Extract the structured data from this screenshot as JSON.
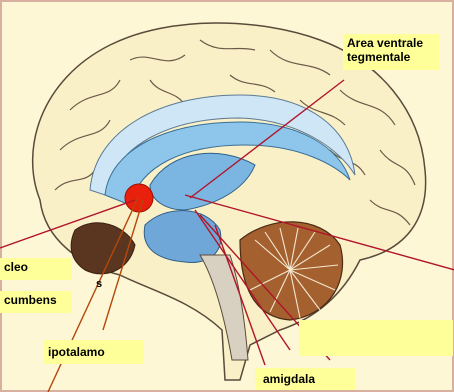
{
  "labels": {
    "vta_line1": "Area ventrale",
    "vta_line2": "tegmentale",
    "nucleo_line1": "cleo",
    "nucleo_line2": "cumbens",
    "ipotalamo": "ipotalamo",
    "amigdala": "amigdala",
    "stray_s": "s"
  },
  "colors": {
    "background": "#fdf7d6",
    "label_fill": "#ffff99",
    "cortex": "#faf0c8",
    "ventricle": "#8ec5ea",
    "nucleus_dot": "#e8200c",
    "pointer_red": "#b0152a",
    "pointer_brown": "#b4480c",
    "cerebellum": "#a5602f"
  }
}
